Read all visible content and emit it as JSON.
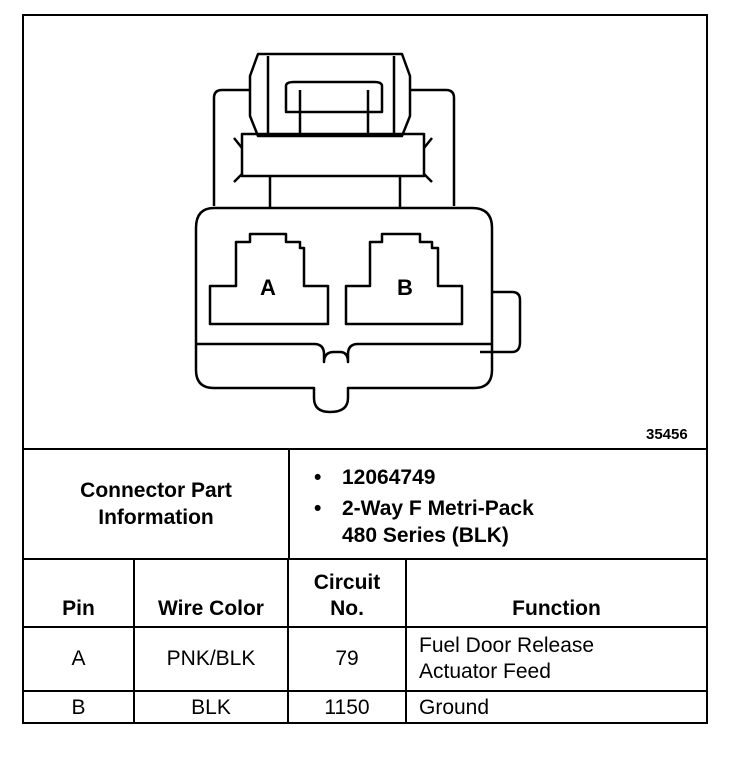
{
  "figure_id": "35456",
  "connector": {
    "cavity_a": "A",
    "cavity_b": "B"
  },
  "part_info": {
    "label_line1": "Connector Part",
    "label_line2": "Information",
    "bullet": "•",
    "part_number": "12064749",
    "desc_line1": "2-Way F Metri-Pack",
    "desc_line2": "480 Series (BLK)"
  },
  "table": {
    "headers": {
      "pin": "Pin",
      "wire_color": "Wire Color",
      "circuit_line1": "Circuit",
      "circuit_line2": "No.",
      "function": "Function"
    },
    "rows": [
      {
        "pin": "A",
        "wire_color": "PNK/BLK",
        "circuit": "79",
        "function_line1": "Fuel Door Release",
        "function_line2": "Actuator Feed"
      },
      {
        "pin": "B",
        "wire_color": "BLK",
        "circuit": "1150",
        "function_line1": "Ground",
        "function_line2": ""
      }
    ]
  }
}
